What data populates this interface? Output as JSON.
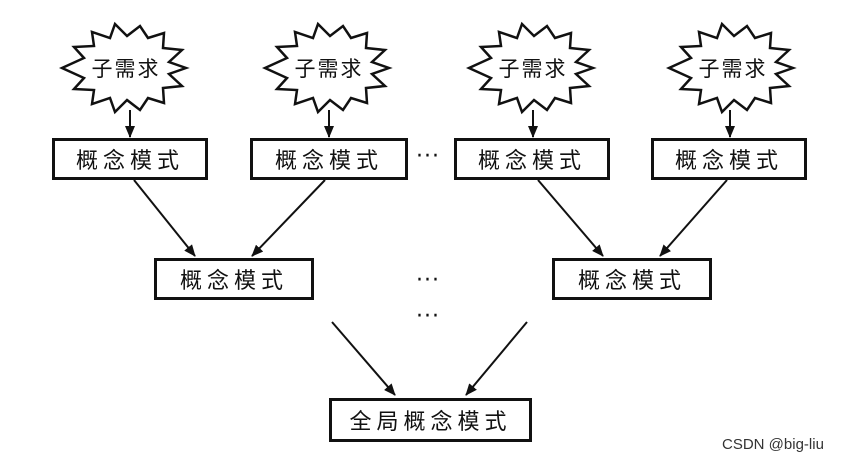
{
  "diagram": {
    "sub_requirement_label": "子需求",
    "concept_model_label": "概念模式",
    "global_concept_model_label": "全局概念模式",
    "ellipsis": "···",
    "sub_requirements": [
      {
        "label": "子需求"
      },
      {
        "label": "子需求"
      },
      {
        "label": "子需求"
      },
      {
        "label": "子需求"
      }
    ],
    "level1_models": [
      {
        "label": "概念模式"
      },
      {
        "label": "概念模式"
      },
      {
        "label": "概念模式"
      },
      {
        "label": "概念模式"
      }
    ],
    "level2_models": [
      {
        "label": "概念模式"
      },
      {
        "label": "概念模式"
      }
    ],
    "global_model": {
      "label": "全局概念模式"
    }
  },
  "watermark": "CSDN @big-liu",
  "colors": {
    "stroke": "#111111",
    "background": "#ffffff"
  }
}
